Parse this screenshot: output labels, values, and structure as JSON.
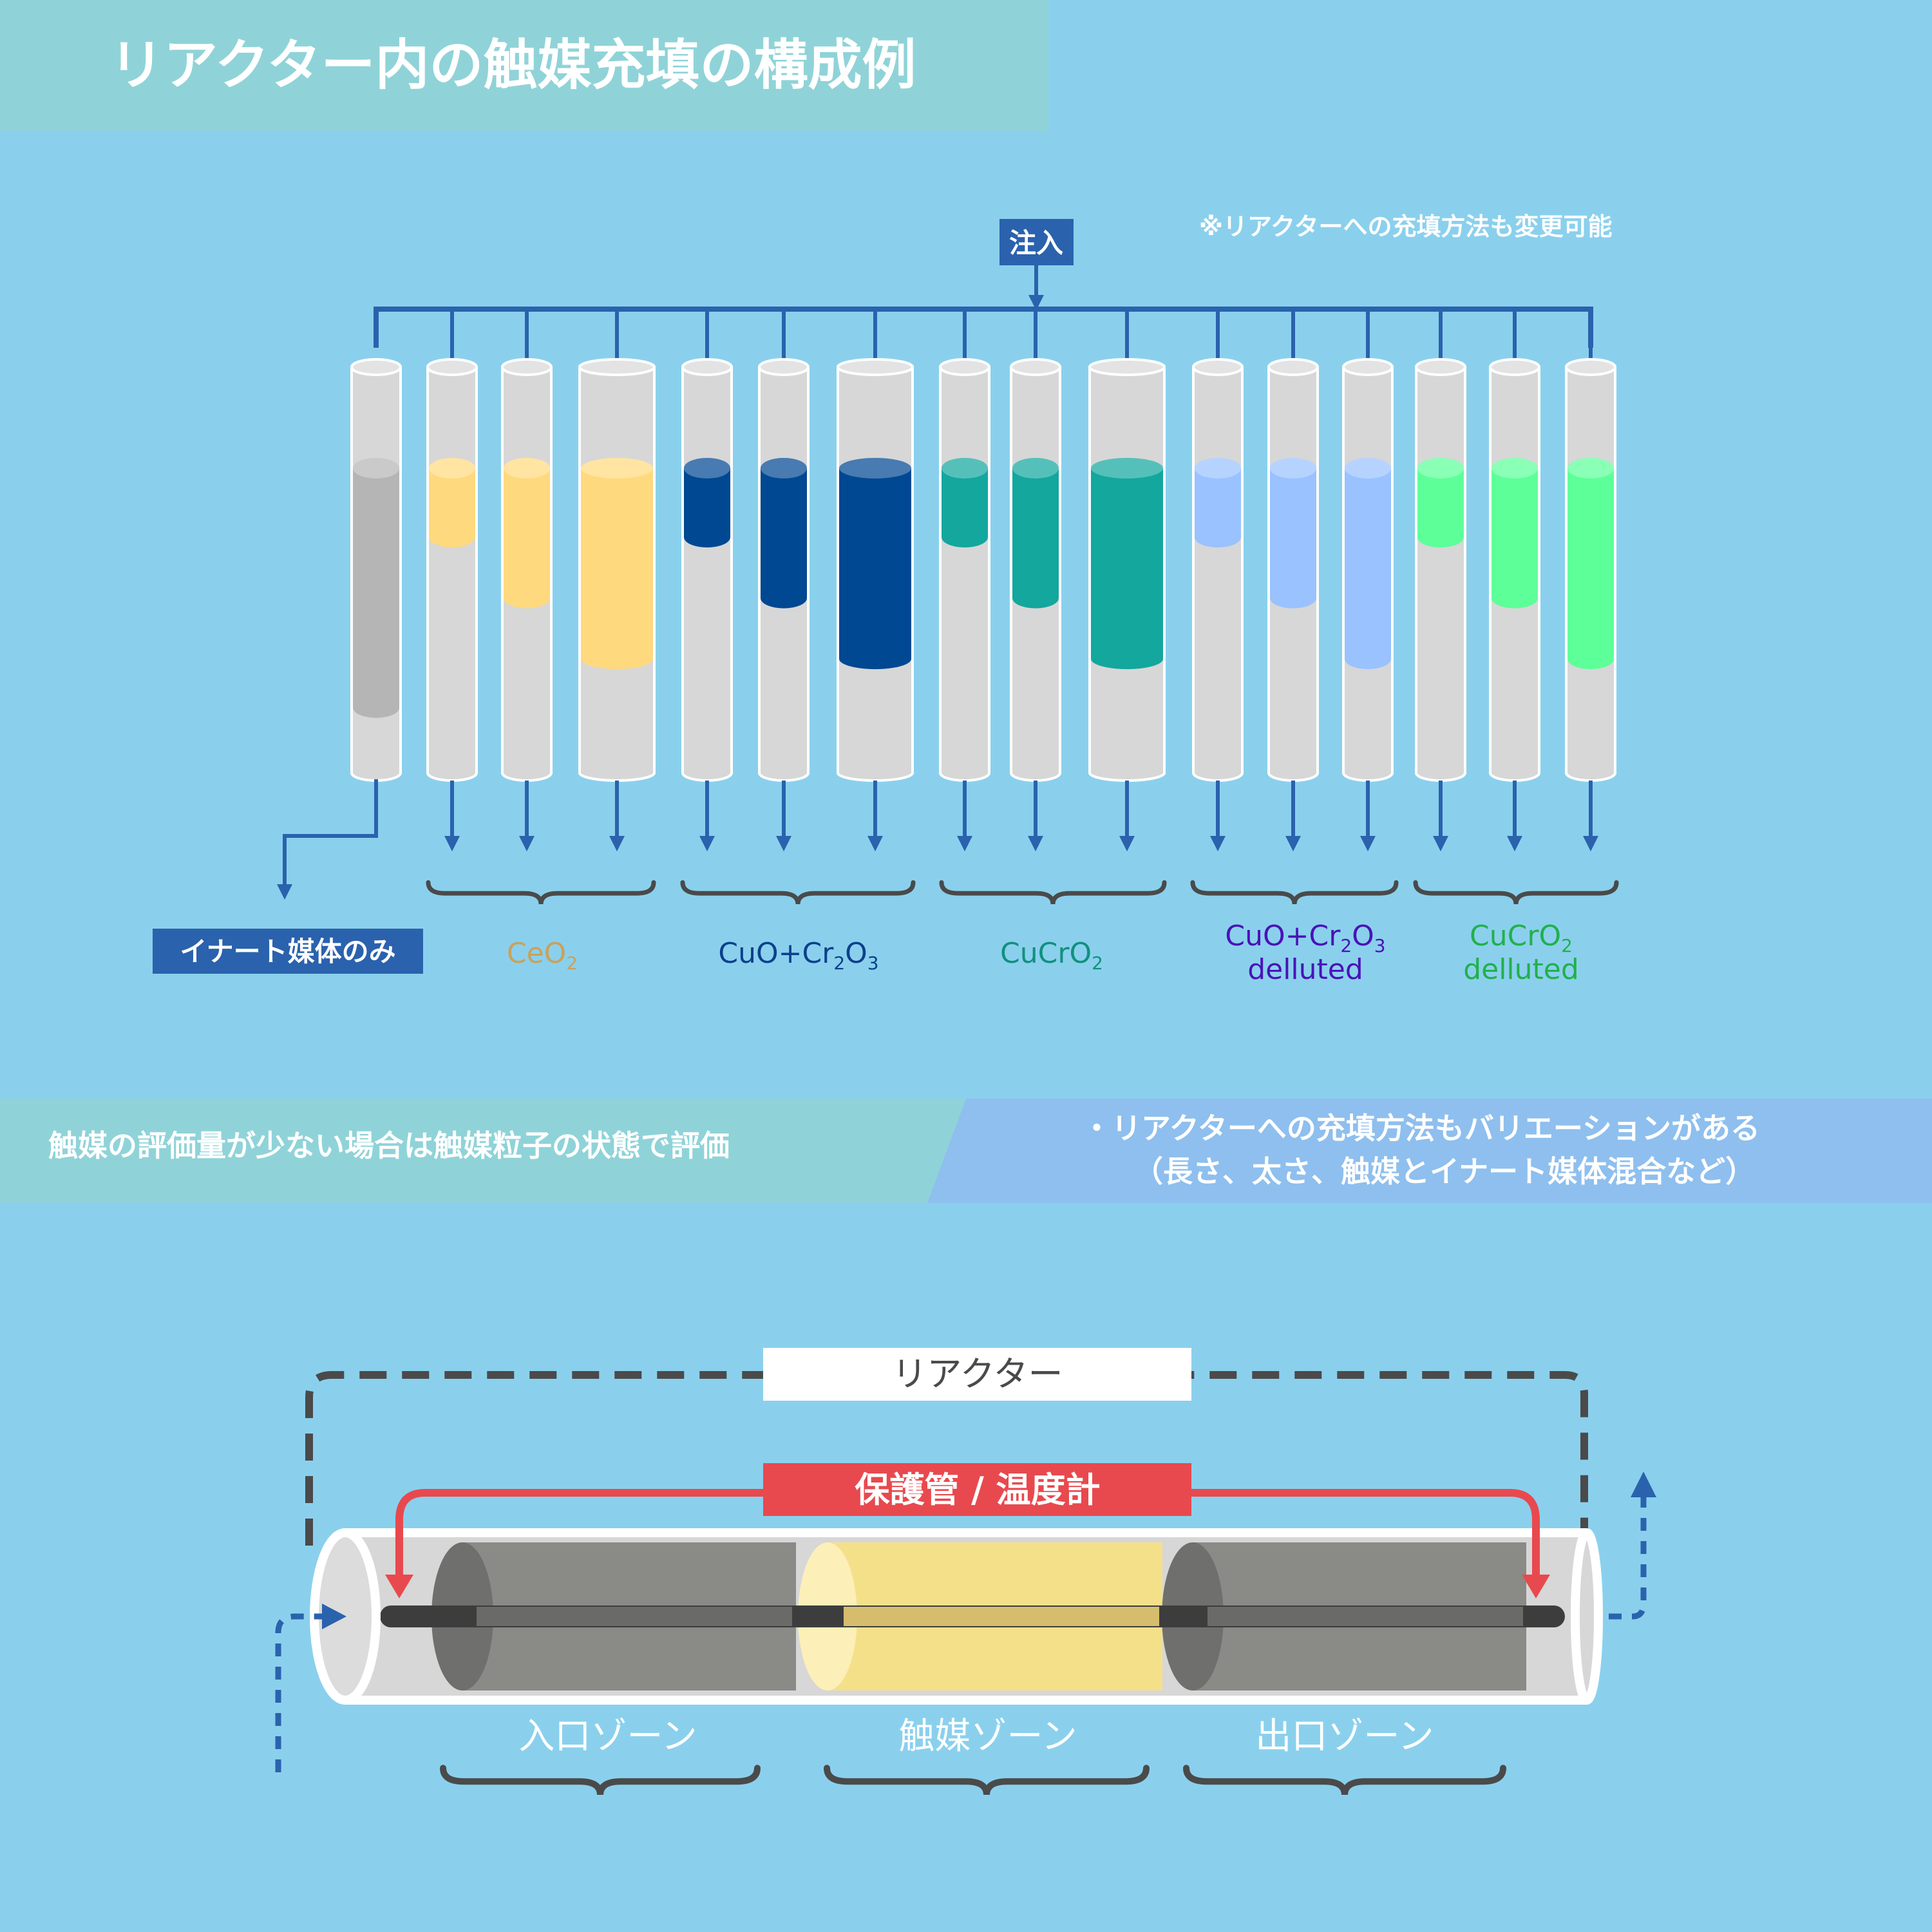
{
  "page": {
    "title": "リアクター内の触媒充填の構成例",
    "colors": {
      "background": "#8ad0ed",
      "pipe": "#2a62ad",
      "tube": "#d7d7d7",
      "banner": "#8fd3d8",
      "red": "#e8494e",
      "dark": "#4a4a4a"
    }
  },
  "top": {
    "injection_label": "注入",
    "note": "※リアクターへの充填方法も変更可能",
    "inert_label": "イナート媒体のみ",
    "groups": [
      {
        "id": "ceo2",
        "label": "CeO",
        "sub": "2",
        "color": "#c9a25a"
      },
      {
        "id": "cuocr",
        "label_a": "CuO+Cr",
        "sub_a": "2",
        "label_b": "O",
        "sub_b": "3",
        "color": "#0d3f8c"
      },
      {
        "id": "cucro2",
        "label": "CuCrO",
        "sub": "2",
        "color": "#12907e"
      },
      {
        "id": "cuocr-del",
        "label_a": "CuO+Cr",
        "sub_a": "2",
        "label_b": "O",
        "sub_b": "3",
        "line2": "delluted",
        "color": "#4a12b8"
      },
      {
        "id": "cucro2-del",
        "label": "CuCrO",
        "sub": "2",
        "line2": "delluted",
        "color": "#22b04b"
      }
    ],
    "fill_colors": [
      "#b5b5b5",
      "#ffd97e",
      "#ffd97e",
      "#ffd97e",
      "#004892",
      "#004892",
      "#004892",
      "#13a79e",
      "#13a79e",
      "#13a79e",
      "#99c2ff",
      "#99c2ff",
      "#99c2ff",
      "#5dff99",
      "#5dff99",
      "#5dff99"
    ],
    "fill_levels": [
      0.59,
      0.17,
      0.32,
      0.47,
      0.17,
      0.32,
      0.47,
      0.17,
      0.32,
      0.47,
      0.17,
      0.32,
      0.47,
      0.17,
      0.32,
      0.47
    ]
  },
  "middle": {
    "left_text": "触媒の評価量が少ない場合は触媒粒子の状態で評価",
    "right_line1": "・リアクターへの充填方法もバリエーションがある",
    "right_line2": "（長さ、太さ、触媒とイナート媒体混合など）"
  },
  "bottom": {
    "reactor_label": "リアクター",
    "thermo_label": "保護管 / 温度計",
    "zones": [
      {
        "label": "入口ゾーン",
        "color": "#8a8a86"
      },
      {
        "label": "触媒ゾーン",
        "color": "#f5e08a"
      },
      {
        "label": "出口ゾーン",
        "color": "#8a8a86"
      }
    ]
  }
}
